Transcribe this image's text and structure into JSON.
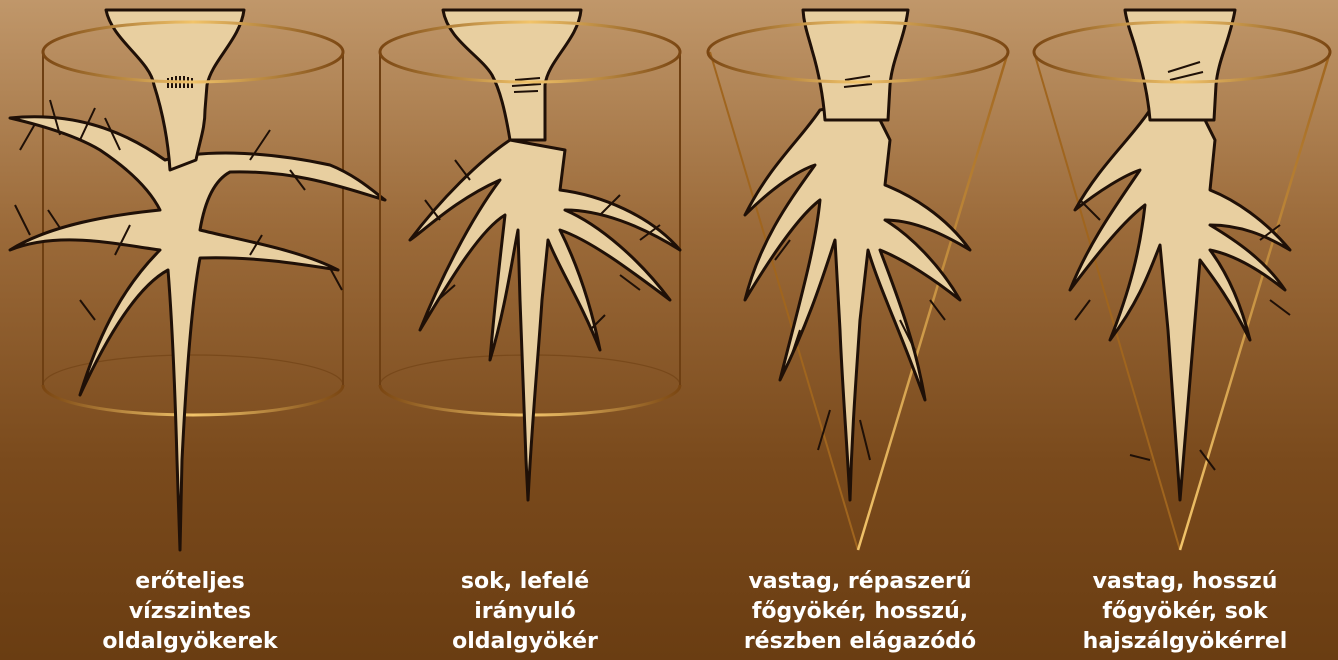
{
  "colors": {
    "root_fill": "#e8cfa0",
    "root_outline": "#1f1007",
    "frame_gold": "#e8b050",
    "frame_dark": "#7a4612"
  },
  "panels": [
    {
      "shape": "cylinder",
      "lines": [
        "erőteljes",
        "vízszintes",
        "oldalgyökerek"
      ]
    },
    {
      "shape": "cylinder",
      "lines": [
        "sok, lefelé",
        "irányuló",
        "oldalgyökér"
      ]
    },
    {
      "shape": "cone",
      "lines": [
        "vastag, répaszerű",
        "főgyökér, hosszú,",
        "részben elágazódó"
      ]
    },
    {
      "shape": "cone",
      "lines": [
        "vastag, hosszú",
        "főgyökér, sok",
        "hajszálgyökérrel"
      ]
    }
  ]
}
